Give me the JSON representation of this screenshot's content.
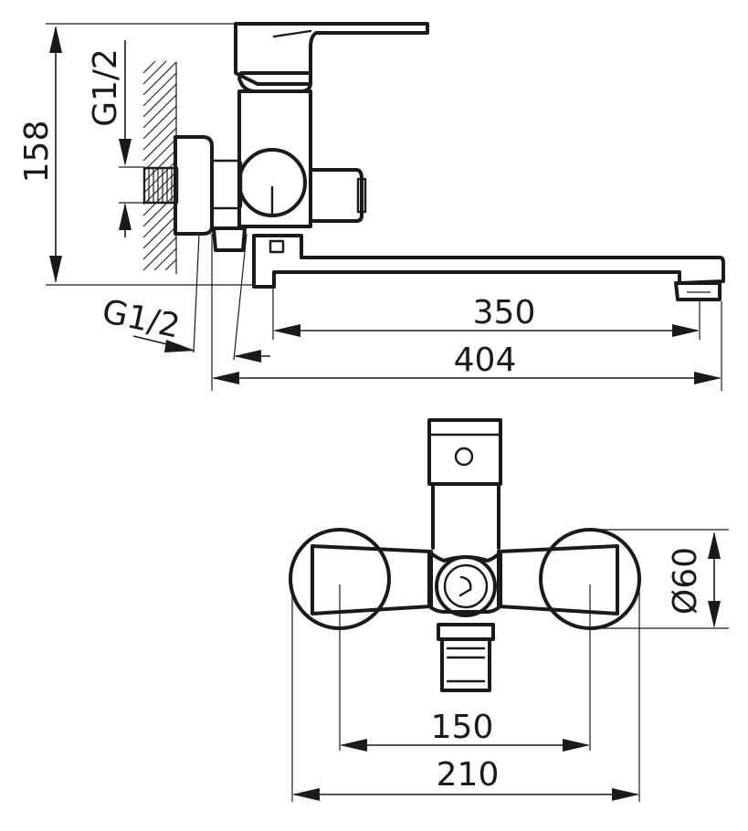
{
  "side_view": {
    "height_label": "158",
    "wall_thread_label": "G1/2",
    "outlet_thread_label": "G1/2",
    "spout_reach_label": "350",
    "overall_length_label": "404"
  },
  "front_view": {
    "flange_diameter_label": "Ø60",
    "connection_spacing_label": "150",
    "overall_width_label": "210"
  },
  "colors": {
    "line": "#1a1a1a",
    "background": "#ffffff"
  }
}
